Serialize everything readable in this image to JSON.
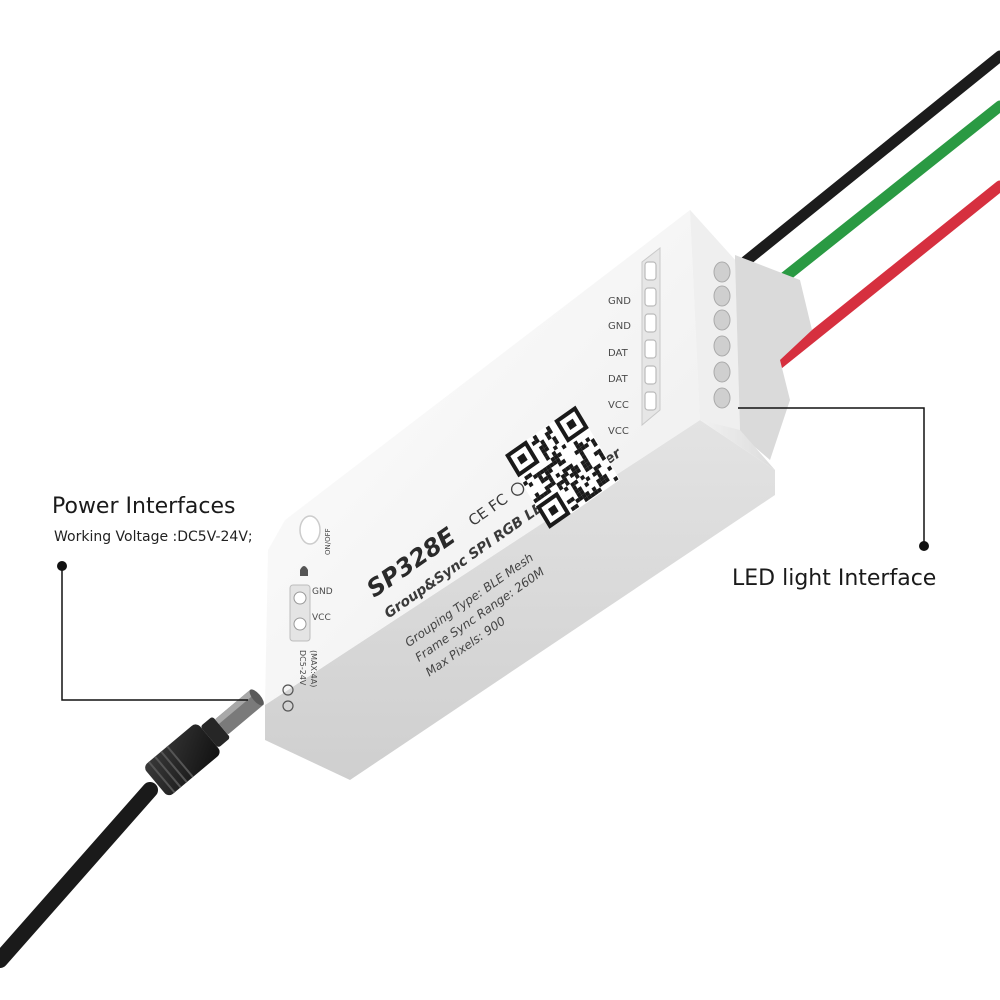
{
  "callouts": {
    "power": {
      "title": "Power Interfaces",
      "subtitle": "Working Voltage :DC5V-24V;"
    },
    "led": {
      "title": "LED light Interface"
    }
  },
  "device": {
    "model": "SP328E",
    "cert_marks": "CE FC",
    "description": "Group&Sync SPI RGB LED Controller",
    "spec_grouping": "Grouping Type:  BLE Mesh",
    "spec_sync": "Frame Sync Range:  260M",
    "spec_pixels": "Max Pixels:  900",
    "button_label": "ON/OFF",
    "power_terminals": [
      "GND",
      "VCC"
    ],
    "power_rating_1": "DC5-24V",
    "power_rating_2": "(MAX:4A)",
    "output_terminals": [
      "GND",
      "GND",
      "DAT",
      "DAT",
      "VCC",
      "VCC"
    ]
  },
  "colors": {
    "wire_black": "#1c1c1c",
    "wire_green": "#2a9a43",
    "wire_red": "#d6303f",
    "case": "#f2f2f2",
    "dot": "#111111"
  }
}
